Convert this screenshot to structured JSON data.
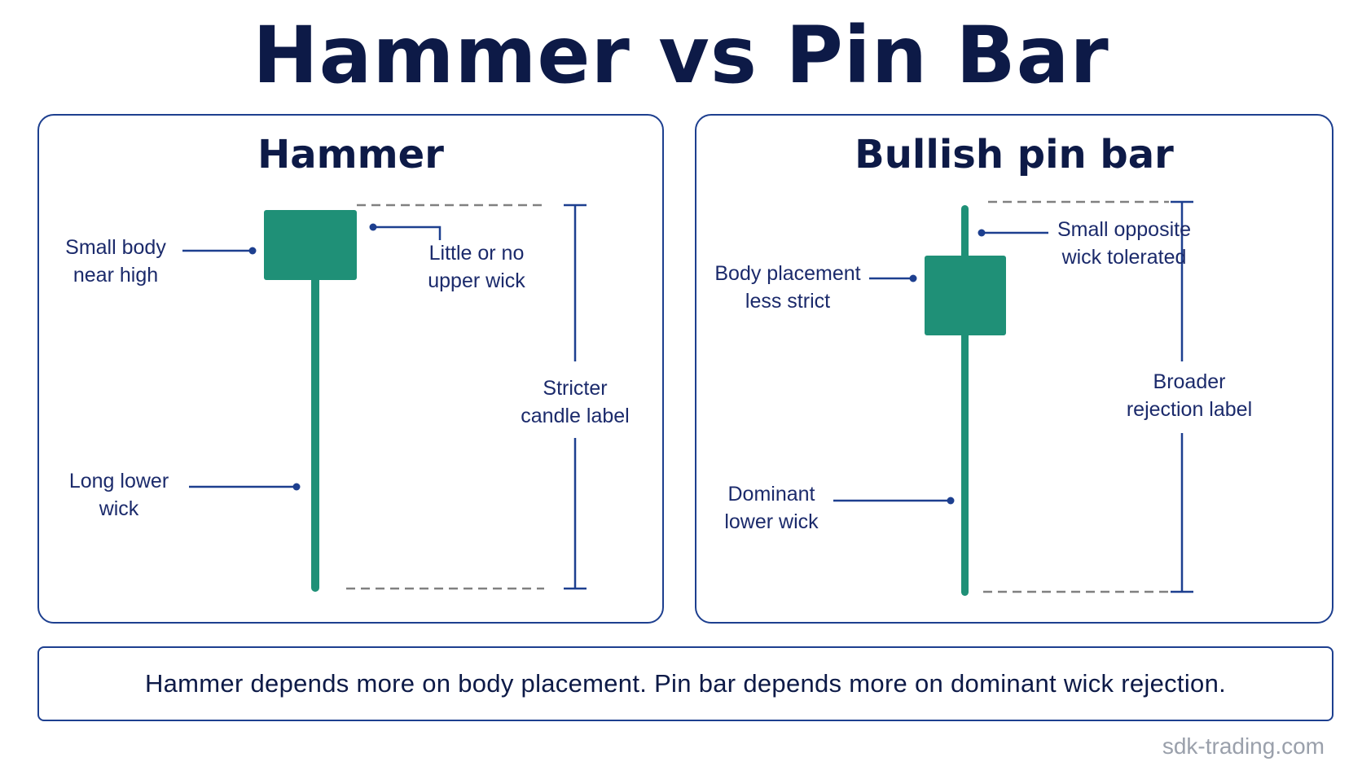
{
  "title": "Hammer vs Pin Bar",
  "colors": {
    "candle": "#1f9077",
    "accent": "#1d3f8f",
    "text": "#0d1a47",
    "dashed": "#808080"
  },
  "hammer": {
    "title": "Hammer",
    "labels": {
      "small_body": [
        "Small body",
        "near high"
      ],
      "upper_wick": [
        "Little or no",
        "upper wick"
      ],
      "lower_wick": [
        "Long lower",
        "wick"
      ],
      "range": [
        "Stricter",
        "candle label"
      ]
    }
  },
  "pin_bar": {
    "title": "Bullish pin bar",
    "labels": {
      "body_placement": [
        "Body placement",
        "less strict"
      ],
      "opposite_wick": [
        "Small opposite",
        "wick tolerated"
      ],
      "lower_wick": [
        "Dominant",
        "lower wick"
      ],
      "range": [
        "Broader",
        "rejection label"
      ]
    }
  },
  "footer_text": "Hammer depends more on body placement. Pin bar depends more on dominant wick rejection.",
  "watermark": "sdk-trading.com"
}
